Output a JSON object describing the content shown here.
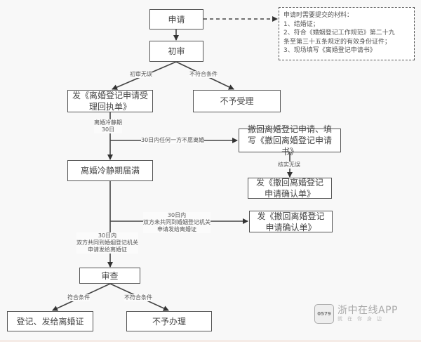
{
  "nodes": {
    "apply": "申请",
    "initial_review": "初审",
    "issue_receipt": "发《离婚登记申请受理回执单》",
    "reject_acceptance": "不予受理",
    "cooling_period_end": "离婚冷静期届满",
    "withdraw_application": "撤回离婚登记申请、填写《撤回离婚登记申请书》",
    "issue_withdraw_confirm_1": "发《撤回离婚登记申请确认单》",
    "issue_withdraw_confirm_2": "发《撤回离婚登记申请确认单》",
    "examine": "审查",
    "register_issue_certificate": "登记、发给离婚证",
    "refuse_handling": "不予办理"
  },
  "note": {
    "lines": [
      "申请时需要提交的材料：",
      "1、结婚证；",
      "2、符合《婚姻登记工作规范》第二十九",
      "条至第三十五条规定的有效身份证件；",
      "3、现场填写《离婚登记申请书》"
    ]
  },
  "edge_labels": {
    "initial_ok": "初审无误",
    "initial_fail": "不符合条件",
    "cooling_period": [
      "离婚冷静期",
      "30日"
    ],
    "withdraw_within_30": "30日内任何一方不愿离婚",
    "verified_ok": "核实无误",
    "not_together": [
      "30日内",
      "双方未共同到婚姻登记机关",
      "申请发给离婚证"
    ],
    "together": [
      "30日内",
      "双方共同到婚姻登记机关",
      "申请发给离婚证"
    ],
    "examine_ok": "符合条件",
    "examine_fail": "不符合条件"
  },
  "watermark": {
    "badge": "0579",
    "title": "浙中在线APP",
    "subtitle": "就在你身边"
  }
}
